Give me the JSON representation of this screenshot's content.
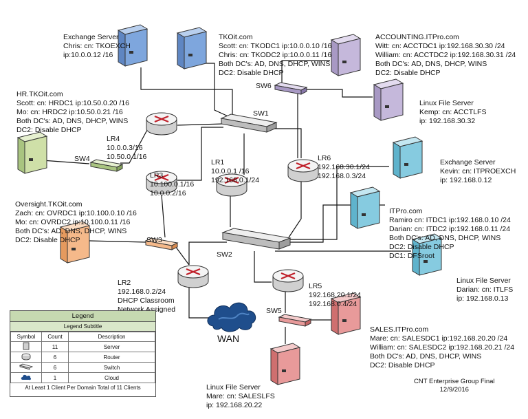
{
  "labels": {
    "exch1": [
      "Exchange Server",
      "Chris: cn: TKOEXCH",
      "ip:10.0.0.12 /16"
    ],
    "tkoit": [
      "TKOit.com",
      "Scott: cn: TKODC1 ip:10.0.0.10 /16",
      "Chris: cn: TKODC2 ip:10.0.0.11 /16",
      "Both DC's: AD, DNS, DHCP, WINS",
      "DC2: Disable DHCP"
    ],
    "accounting": [
      "ACCOUNTING.ITPro.com",
      "Witt: cn: ACCTDC1 ip:192.168.30.30 /24",
      "William: cn: ACCTDC2 ip:192.168.30.31 /24",
      "Both DC's: AD, DNS, DHCP, WINS",
      "DC2: Disable DHCP"
    ],
    "hr": [
      "HR.TKOit.com",
      "Scott: cn: HRDC1 ip:10.50.0.20 /16",
      "Mo: cn: HRDC2 ip:10.50.0.21 /16",
      "Both DC's: AD, DNS, DHCP, WINS",
      "DC2: Disable DHCP"
    ],
    "acctlfs": [
      "Linux File Server",
      "Kemp: cn: ACCTLFS",
      "ip: 192.168.30.32"
    ],
    "lr4": [
      "LR4",
      "10.0.0.3/16",
      "10.50.0.1/16"
    ],
    "lr1": [
      "LR1",
      "10.0.0.1 /16",
      "192.168.0.1/24"
    ],
    "lr6": [
      "LR6",
      "192.168.30.1/24",
      "192.168.0.3/24"
    ],
    "lr3": [
      "LR3",
      "10.100.0.1/16",
      "10.0.0.2/16"
    ],
    "exch2": [
      "Exchange Server",
      "Kevin: cn: ITPROEXCH",
      "ip: 192.168.0.12"
    ],
    "oversight": [
      "Oversight.TKOit.com",
      "Zach: cn: OVRDC1 ip:10.100.0.10 /16",
      "Mo: cn: OVRDC2 ip:10.100.0.11 /16",
      "Both DC's: AD, DNS, DHCP, WINS",
      "DC2: Disable DHCP"
    ],
    "itpro": [
      "ITPro.com",
      "Ramiro cn: ITDC1 ip:192.168.0.10 /24",
      "Darian: cn: ITDC2 ip:192.168.0.11 /24",
      "Both DC's: AD, DNS, DHCP, WINS",
      "DC2: Disable DHCP",
      "DC1: DFSroot"
    ],
    "lr2": [
      "LR2",
      "192.168.0.2/24",
      "DHCP Classroom",
      "Network Assigned"
    ],
    "itlfs": [
      "Linux File Server",
      "Darian: cn: ITLFS",
      "ip: 192.168.0.13"
    ],
    "lr5": [
      "LR5",
      "192.168.20.1/24",
      "192.168.0.4/24"
    ],
    "sales": [
      "SALES.ITPro.com",
      "Mare: cn: SALESDC1 ip:192.168.20.20 /24",
      "William: cn: SALESDC2 ip:192.168.20.21 /24",
      "Both DC's: AD, DNS, DHCP, WINS",
      "DC2: Disable DHCP"
    ],
    "saleslfs": [
      "Linux File Server",
      "Mare: cn: SALESLFS",
      "ip: 192.168.20.22"
    ]
  },
  "tags": {
    "sw1": "SW1",
    "sw2": "SW2",
    "sw3": "SW3",
    "sw4": "SW4",
    "sw5": "SW5",
    "sw6": "SW6",
    "wan": "WAN"
  },
  "colors": {
    "blue": "#7ea6dd",
    "purple": "#c5b8db",
    "green": "#cfe0a8",
    "cyan": "#86cbe0",
    "orange": "#f5b98a",
    "pink": "#e89a9a"
  },
  "legend": {
    "title": "Legend",
    "subtitle": "Legend Subtitle",
    "headers": [
      "Symbol",
      "Count",
      "Description"
    ],
    "rows": [
      {
        "icon": "server-icon",
        "count": "11",
        "desc": "Server"
      },
      {
        "icon": "router-icon",
        "count": "6",
        "desc": "Router"
      },
      {
        "icon": "switch-icon",
        "count": "6",
        "desc": "Switch"
      },
      {
        "icon": "cloud-icon",
        "count": "1",
        "desc": "Cloud"
      }
    ],
    "footer": "At Least 1 Client Per Domain Total of 11 Clients"
  },
  "footer": {
    "line1": "CNT Enterprise Group Final",
    "line2": "12/9/2016"
  }
}
